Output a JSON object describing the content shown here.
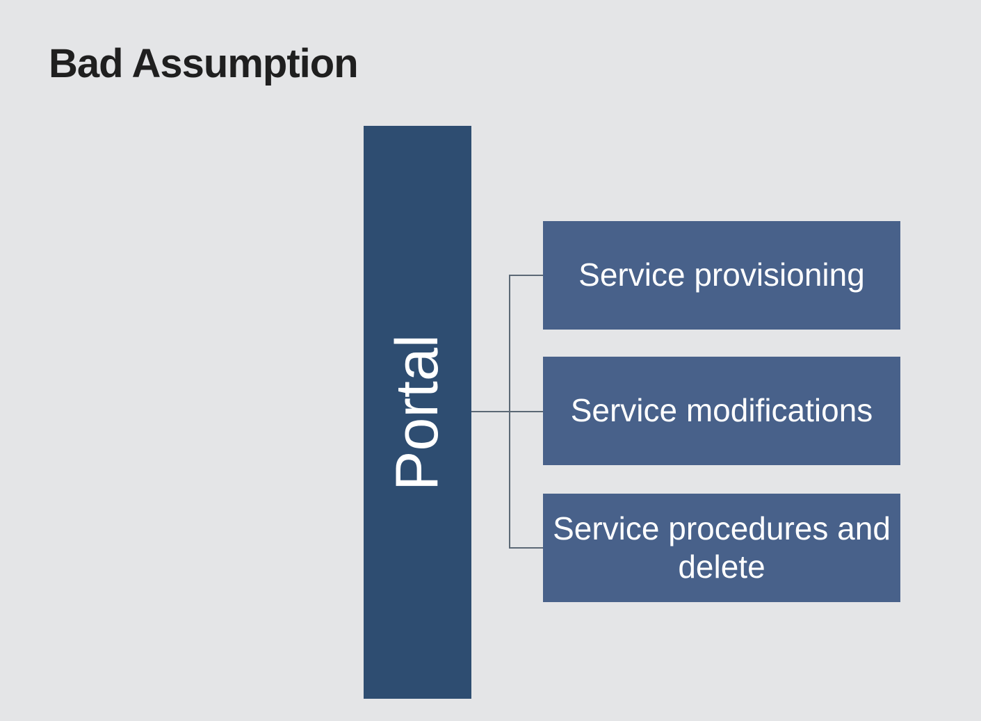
{
  "title": "Bad Assumption",
  "diagram": {
    "root": {
      "label": "Portal"
    },
    "children": [
      {
        "label": "Service provisioning"
      },
      {
        "label": "Service modifications"
      },
      {
        "label": "Service procedures and delete"
      }
    ]
  },
  "colors": {
    "background": "#e4e5e7",
    "root_fill": "#2e4d71",
    "child_fill": "#48618a",
    "text_light": "#ffffff",
    "title_color": "#1f1f1f",
    "connector": "#5b6875"
  }
}
